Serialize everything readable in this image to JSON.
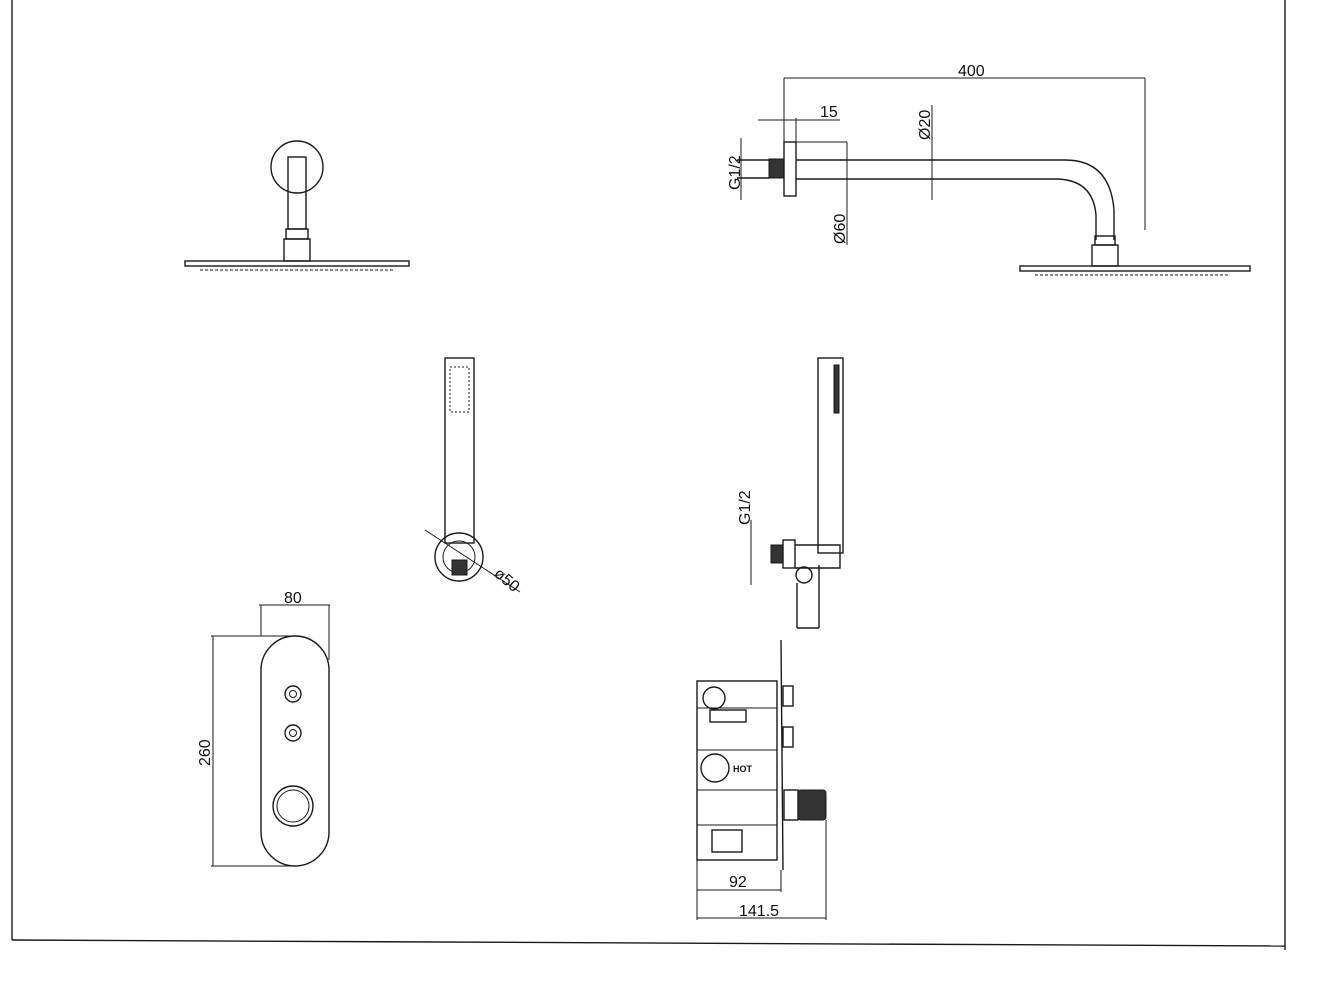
{
  "drawing": {
    "head_side": {
      "length": "400",
      "flange_depth": "15",
      "pipe_diameter": "Ø20",
      "thread": "G1/2",
      "flange_diameter": "Ø60"
    },
    "hand_front": {
      "bracket_diameter": "ø50"
    },
    "hand_side": {
      "thread": "G1/2"
    },
    "valve_front": {
      "width": "80",
      "height": "260"
    },
    "valve_side": {
      "label_hot": "HOT",
      "depth_body": "92",
      "depth_total": "141.5"
    }
  }
}
